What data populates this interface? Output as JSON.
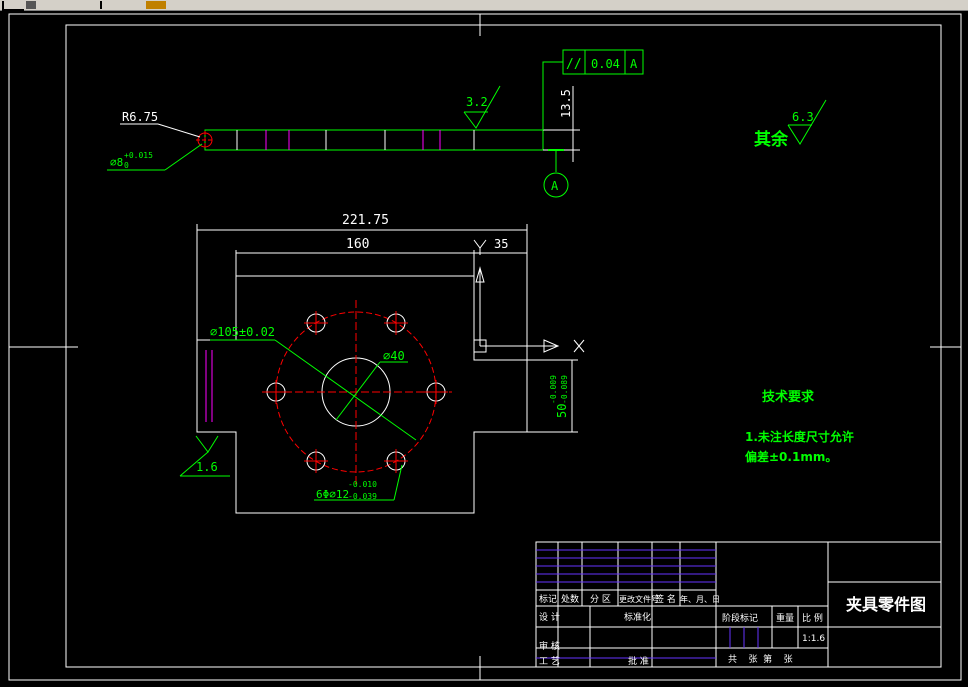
{
  "toolbar": {
    "icons": [
      "arrow-icon",
      "cursor-icon",
      "layer-icon",
      "flag-icon",
      "pen-icon"
    ]
  },
  "top_view": {
    "radius_label": "R6.75",
    "hole_label": "⌀8",
    "hole_tol": "+0.015",
    "hole_tol_low": "0",
    "roughness": "3.2",
    "thickness": "13.5",
    "datum": "A",
    "fcf": {
      "symbol": "//",
      "value": "0.04",
      "datum": "A"
    }
  },
  "other_roughness": {
    "label": "其余",
    "value": "6.3"
  },
  "front_view": {
    "dim_overall": "221.75",
    "dim_160": "160",
    "dim_35": "35",
    "bolt_circle": "⌀105±0.02",
    "center_hole": "⌀40",
    "holes": "6Φ⌀12",
    "holes_tol_up": "-0.010",
    "holes_tol_low": "-0.039",
    "width": "50",
    "width_tol_up": "-0.009",
    "width_tol_low": "-0.089",
    "roughness": "1.6",
    "axis_x": "X",
    "axis_y": "Y"
  },
  "tech_req": {
    "title": "技术要求",
    "line1": "1.未注长度尺寸允许",
    "line2": "偏差±0.1mm。"
  },
  "title_block": {
    "part_name": "夹具零件图",
    "col_mark": "标记",
    "col_count": "处数",
    "col_zone": "分 区",
    "col_doc": "更改文件号",
    "col_sign": "签 名",
    "col_date": "年、月、日",
    "design": "设 计",
    "standard": "标准化",
    "stage": "阶段标记",
    "weight": "重量",
    "scale_h": "比 例",
    "scale": "1:1.6",
    "review": "审 核",
    "process": "工 艺",
    "approve": "批 准",
    "sheets": "共    张  第    张"
  },
  "colors": {
    "green": "#00ff00",
    "white": "#ffffff",
    "red": "#ff0000",
    "magenta": "#ff00ff",
    "purple": "#6633ff"
  }
}
